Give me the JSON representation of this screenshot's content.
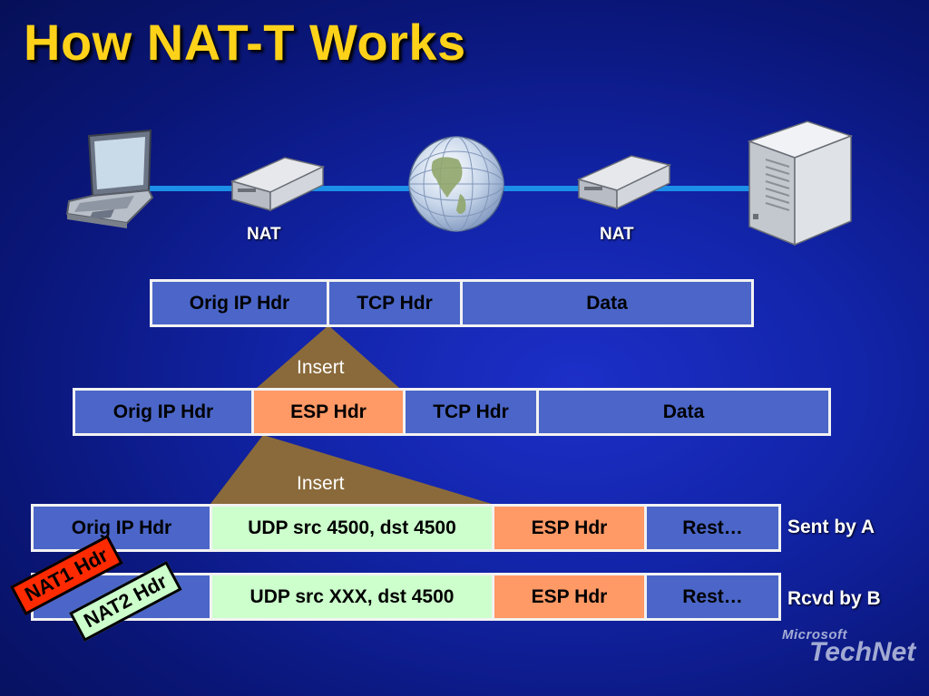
{
  "title": "How NAT-T Works",
  "network": {
    "nat_left_label": "NAT",
    "nat_right_label": "NAT"
  },
  "packets": {
    "original": [
      "Orig IP Hdr",
      "TCP Hdr",
      "Data"
    ],
    "insert1_label": "Insert",
    "esp": [
      "Orig IP Hdr",
      "ESP Hdr",
      "TCP Hdr",
      "Data"
    ],
    "insert2_label": "Insert",
    "sent": [
      "Orig IP Hdr",
      "UDP src 4500, dst 4500",
      "ESP Hdr",
      "Rest…"
    ],
    "sent_label": "Sent by A",
    "received": [
      "",
      "UDP src XXX, dst 4500",
      "ESP Hdr",
      "Rest…"
    ],
    "received_label": "Rcvd by B"
  },
  "tags": {
    "nat1": "NAT1 Hdr",
    "nat2": "NAT2 Hdr"
  },
  "logo": {
    "company": "Microsoft",
    "product": "TechNet"
  },
  "colors": {
    "title": "#ffd21a",
    "header_blue": "#4b66c8",
    "esp_orange": "#ff9966",
    "udp_green": "#ccffcc",
    "nat1_red": "#ff2a00",
    "insert_wedge": "#8a6a3a",
    "link_line": "#1c8fe8"
  }
}
